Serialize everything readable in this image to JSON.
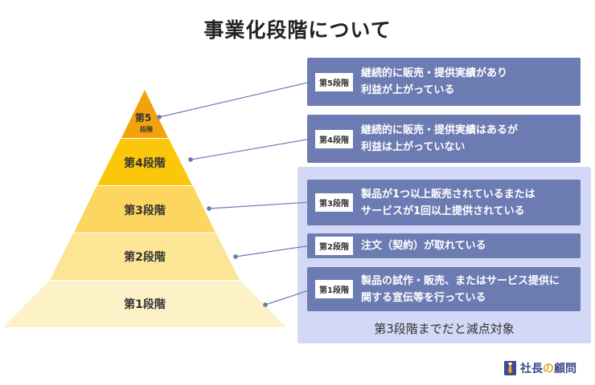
{
  "title": "事業化段階について",
  "pyramid": [
    {
      "label": "第5",
      "sub": "段階",
      "color": "#f2a20c"
    },
    {
      "label": "第4段階",
      "color": "#fbc70a"
    },
    {
      "label": "第3段階",
      "color": "#fcd660"
    },
    {
      "label": "第2段階",
      "color": "#fde596"
    },
    {
      "label": "第1段階",
      "color": "#fdf1c8"
    }
  ],
  "stages": [
    {
      "badge": "第5段階",
      "lines": [
        "継続的に販売・提供実績があり",
        "利益が上がっている"
      ]
    },
    {
      "badge": "第4段階",
      "lines": [
        "継続的に販売・提供実績はあるが",
        "利益は上がっていない"
      ]
    },
    {
      "badge": "第3段階",
      "lines": [
        "製品が1つ以上販売されているまたは",
        "サービスが1回以上提供されている"
      ]
    },
    {
      "badge": "第2段階",
      "lines": [
        "注文（契約）が取れている"
      ]
    },
    {
      "badge": "第1段階",
      "lines": [
        "製品の試作・販売、またはサービス提供に",
        "関する宣伝等を行っている"
      ]
    }
  ],
  "caption": "第3段階までだと減点対象",
  "logo": {
    "name": "社長",
    "no": "の",
    "suffix": "顧問"
  },
  "colors": {
    "box": "#6d7bb3",
    "highlight": "#d3d8f6",
    "connector": "#6d7bb3"
  }
}
